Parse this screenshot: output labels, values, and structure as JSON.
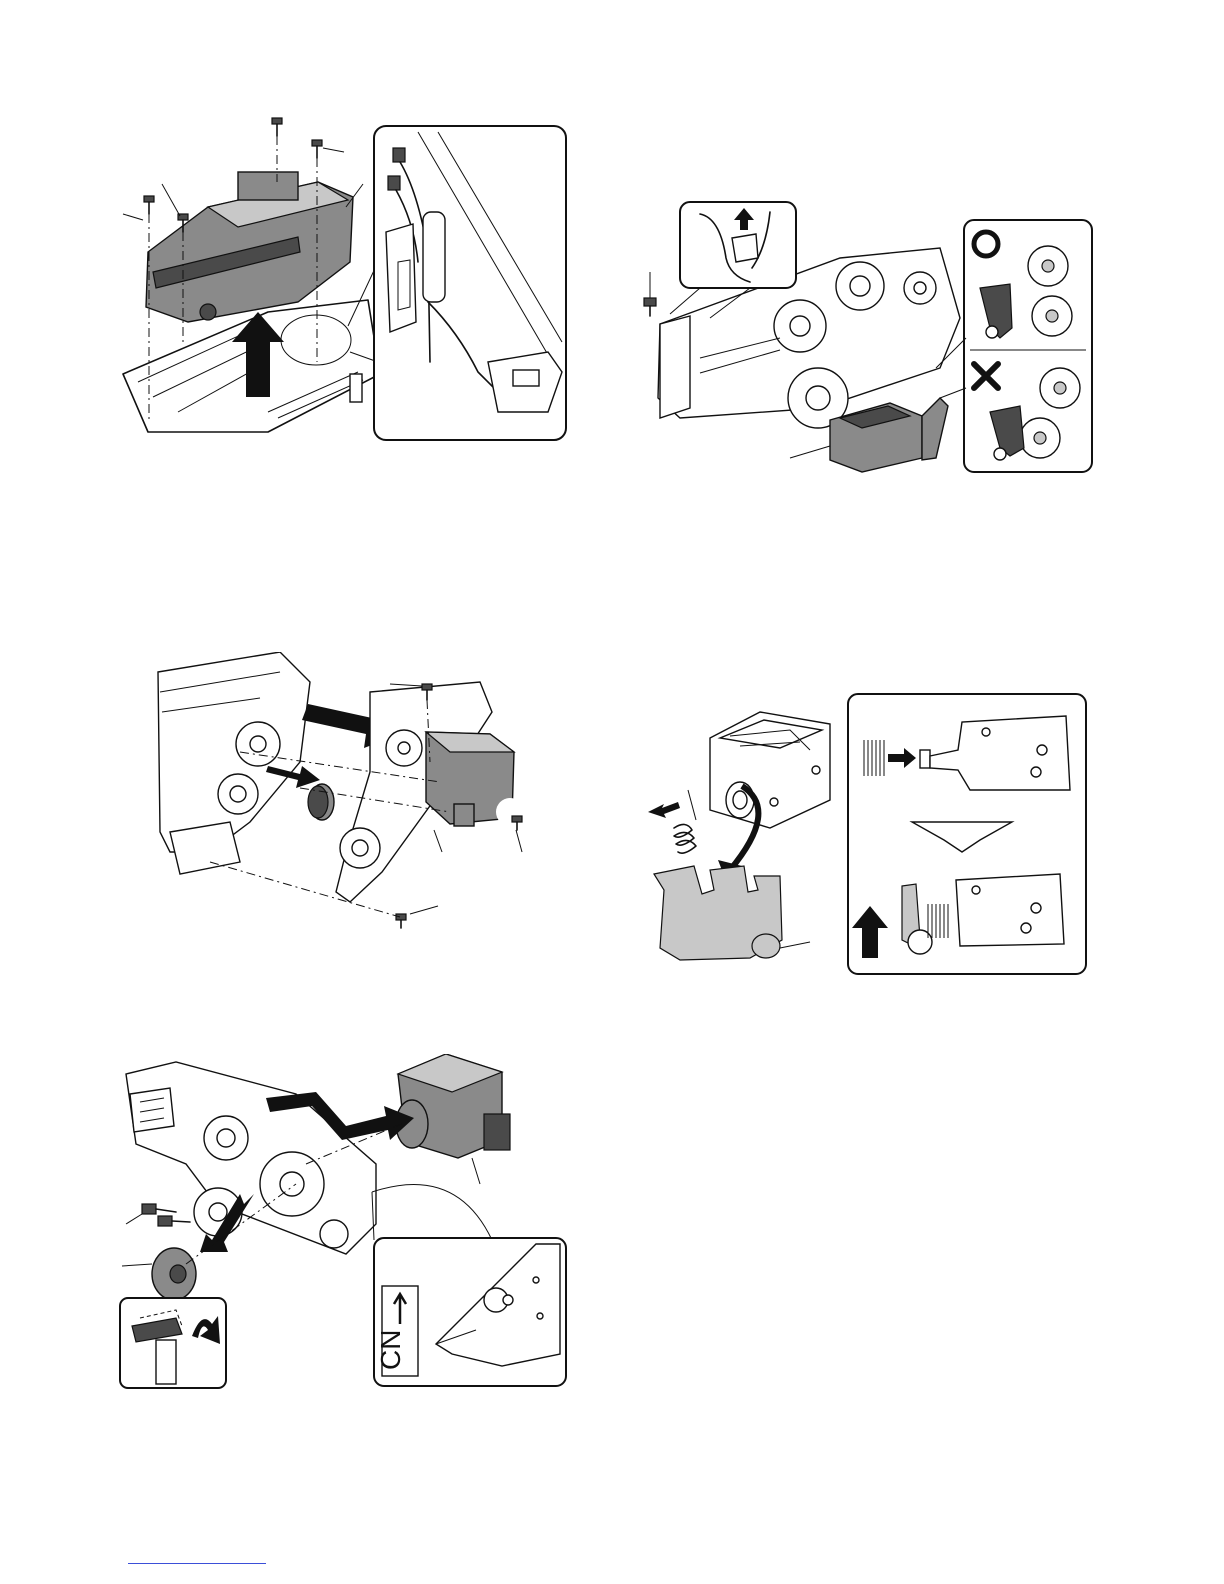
{
  "figures": [
    {
      "id": "fig-fusing-unit-removal",
      "icons": [
        "screw-icon",
        "up-arrow-icon",
        "magnifier-callout"
      ]
    },
    {
      "id": "fig-solenoid-removal",
      "icons": [
        "circle-ok-icon",
        "cross-ng-icon",
        "screw-icon"
      ]
    },
    {
      "id": "fig-drive-frame-removal",
      "icons": [
        "screw-icon",
        "right-arrow-icon"
      ]
    },
    {
      "id": "fig-spring-lever-assembly",
      "icons": [
        "spring-icon",
        "down-arrow-icon",
        "left-arrow-icon"
      ]
    },
    {
      "id": "fig-motor-gear-removal",
      "icons": [
        "motor-icon",
        "gear-icon",
        "curved-arrow-icon"
      ]
    }
  ],
  "callout_text": {
    "cn_label": "CN"
  },
  "colors": {
    "ink": "#111111",
    "part_fill": "#8a8a8a",
    "footer_link": "#3b4fd8"
  }
}
